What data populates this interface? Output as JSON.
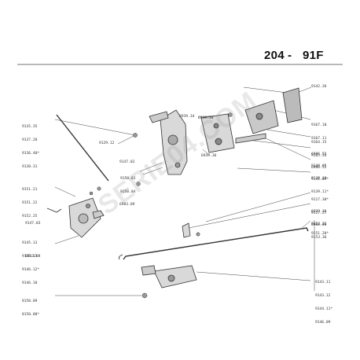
{
  "header": {
    "model": "204",
    "separator": "-",
    "page": "91F"
  },
  "watermark": "SERIE04.COM",
  "refs": {
    "top_left": [
      "9135.35",
      "9137.20",
      "9136.40*",
      "9138.31"
    ],
    "left_mid_a": [
      "9151.21",
      "9151.22",
      "9152.25"
    ],
    "left_mid_b": [
      "9145.13",
      "9145.15",
      "9146.12*",
      "9146.10"
    ],
    "bottom_left": [
      "8150.09",
      "8150.08*"
    ],
    "c_9147_03": "9147.03",
    "c_6933_08": "6933.08",
    "c_9129_12": "9129.12",
    "c_9147_02": "9147.02",
    "center_pair": [
      "9150.03",
      "9150.04"
    ],
    "c_6983_09": "6983.09",
    "c_6939_34": "6939.34",
    "c_6939_38": "6939.38",
    "c_6939_36": "6939.36",
    "c_9142_36": "9142.36",
    "right_a": [
      "9167.10",
      "9167.11"
    ],
    "right_b": [
      "9164.15",
      "9165.34"
    ],
    "right_c": [
      "6906.55",
      "6906.52"
    ],
    "right_d": [
      "9140.05",
      "9141.09*"
    ],
    "right_e": [
      "9139.10",
      "9139.11*"
    ],
    "right_f": [
      "9117.30*",
      "9117.27"
    ],
    "right_g": [
      "6939.36",
      "6908.03"
    ],
    "right_h": [
      "9152.36",
      "9153.36"
    ],
    "right_i": [
      "9151.20*"
    ],
    "right_j": [
      "9143.11",
      "9143.12",
      "9144.11*",
      "9146.09"
    ]
  }
}
